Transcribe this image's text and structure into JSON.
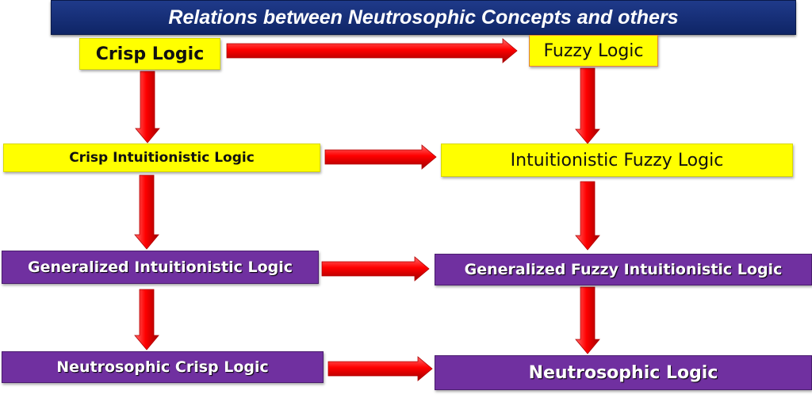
{
  "title": "Relations  between  Neutrosophic Concepts and others",
  "nodes": {
    "crisp_logic": "Crisp  Logic",
    "fuzzy_logic": "Fuzzy  Logic",
    "crisp_intuitionistic_logic": "Crisp Intuitionistic Logic",
    "intuitionistic_fuzzy_logic": "Intuitionistic Fuzzy Logic",
    "generalized_intuitionistic_logic": "Generalized Intuitionistic  Logic",
    "generalized_fuzzy_intuitionistic_logic": "Generalized Fuzzy Intuitionistic  Logic",
    "neutrosophic_crisp_logic": "Neutrosophic  Crisp Logic",
    "neutrosophic_logic": "Neutrosophic Logic"
  },
  "edges": [
    {
      "from": "crisp_logic",
      "to": "fuzzy_logic"
    },
    {
      "from": "crisp_logic",
      "to": "crisp_intuitionistic_logic"
    },
    {
      "from": "fuzzy_logic",
      "to": "intuitionistic_fuzzy_logic"
    },
    {
      "from": "crisp_intuitionistic_logic",
      "to": "intuitionistic_fuzzy_logic"
    },
    {
      "from": "crisp_intuitionistic_logic",
      "to": "generalized_intuitionistic_logic"
    },
    {
      "from": "intuitionistic_fuzzy_logic",
      "to": "generalized_fuzzy_intuitionistic_logic"
    },
    {
      "from": "generalized_intuitionistic_logic",
      "to": "generalized_fuzzy_intuitionistic_logic"
    },
    {
      "from": "generalized_intuitionistic_logic",
      "to": "neutrosophic_crisp_logic"
    },
    {
      "from": "generalized_fuzzy_intuitionistic_logic",
      "to": "neutrosophic_logic"
    },
    {
      "from": "neutrosophic_crisp_logic",
      "to": "neutrosophic_logic"
    }
  ],
  "colors": {
    "title_bar": "#1f3a8a",
    "yellow_box": "#ffff00",
    "purple_box": "#7030a0",
    "arrow": "#ff0000"
  }
}
